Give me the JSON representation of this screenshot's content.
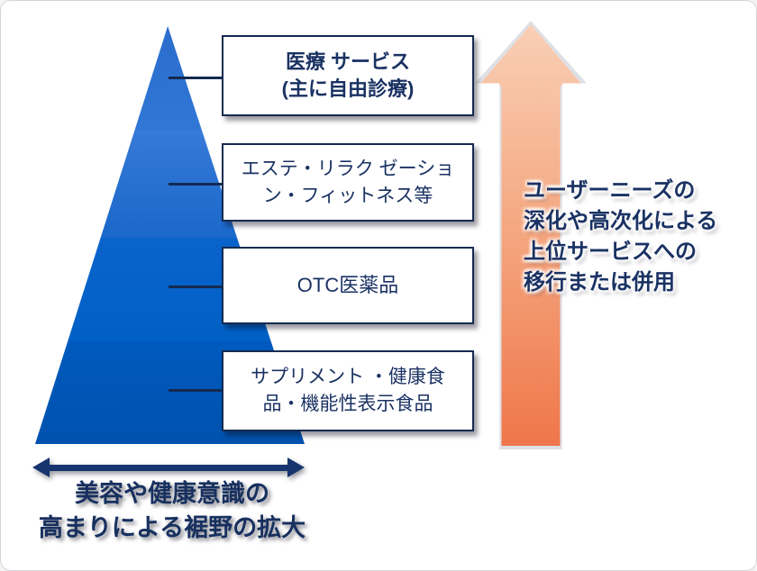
{
  "pyramid": {
    "levels": [
      {
        "id": "medical-services",
        "label": "医療 サービス\n(主に自由診療)",
        "bold": true,
        "color_top": "#2b6ccd",
        "color_bottom": "#3077d5"
      },
      {
        "id": "esthetic-relaxation-fitness",
        "label": "エステ・リラク ゼーショ\nン・フィットネス等",
        "bold": false,
        "color_top": "#377ad7",
        "color_bottom": "#1a68ca"
      },
      {
        "id": "otc-drugs",
        "label": "OTC医薬品",
        "bold": false,
        "color_top": "#0a63cb",
        "color_bottom": "#0060c5"
      },
      {
        "id": "supplements-functional-foods",
        "label": "サプリメント ・健康食\n品・機能性表示食品",
        "bold": false,
        "color_top": "#005abe",
        "color_bottom": "#0052ae"
      }
    ],
    "base_arrow_caption": "美容や健康意識の\n高まりによる裾野の拡大"
  },
  "up_arrow": {
    "caption": "ユーザーニーズの\n深化や高次化による\n上位サービスへの\n移行または併用",
    "gradient_top": "#f9cfb5",
    "gradient_mid": "#f4a67f",
    "gradient_bottom": "#ef764a"
  },
  "colors": {
    "text_navy": "#1a3263",
    "box_border": "#142a50",
    "leader_line": "#142a50",
    "double_arrow_navy": "#16356e",
    "up_arrow_outline": "#dfe0e5"
  }
}
